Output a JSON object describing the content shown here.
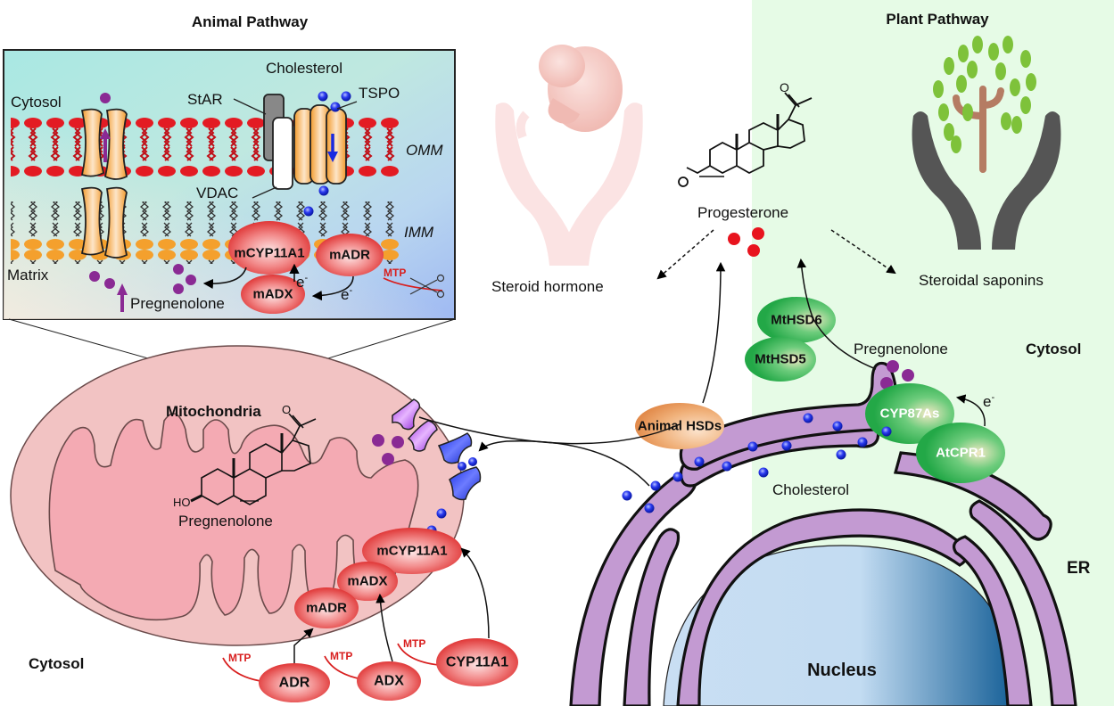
{
  "titles": {
    "animal": "Animal Pathway",
    "plant": "Plant Pathway"
  },
  "inset": {
    "cytosol": "Cytosol",
    "matrix": "Matrix",
    "cholesterol": "Cholesterol",
    "star": "StAR",
    "tspo": "TSPO",
    "vdac": "VDAC",
    "omm": "OMM",
    "imm": "IMM",
    "pregnenolone": "Pregnenolone",
    "mcyp11a1": "mCYP11A1",
    "madr": "mADR",
    "madx": "mADX",
    "electron": "e",
    "electron_sup": "-",
    "mtp": "MTP"
  },
  "center": {
    "progesterone": "Progesterone",
    "steroid_hormone": "Steroid hormone",
    "steroidal_saponins": "Steroidal saponins"
  },
  "mitochondria": {
    "label": "Mitochondria",
    "pregnenolone": "Pregnenolone",
    "hydroxyl": "HO",
    "oxygen": "O",
    "mcyp11a1": "mCYP11A1",
    "madx": "mADX",
    "madr": "mADR"
  },
  "cytosol_left": {
    "label": "Cytosol",
    "enzymes": [
      {
        "name": "ADR",
        "tag": "MTP"
      },
      {
        "name": "ADX",
        "tag": "MTP"
      },
      {
        "name": "CYP11A1",
        "tag": "MTP"
      }
    ]
  },
  "plant": {
    "cytosol": "Cytosol",
    "pregnenolone": "Pregnenolone",
    "mthsd6": "MtHSD6",
    "mthsd5": "MtHSD5",
    "cyp87as": "CYP87As",
    "atcpr1": "AtCPR1",
    "electron": "e",
    "electron_sup": "-"
  },
  "er": {
    "animal_hsds": "Animal HSDs",
    "cholesterol": "Cholesterol",
    "er_label": "ER",
    "nucleus": "Nucleus"
  },
  "colors": {
    "plant_bg": "#e6fbe6",
    "enzyme_red": "#e23a3a",
    "enzyme_green": "#2fb552",
    "er_purple": "#c39ad2",
    "cholesterol_blue": "#1f2fe0",
    "pregnenolone_purple": "#8a2a94",
    "progesterone_red": "#e8141e",
    "mito_pink": "#f2b3b8",
    "nucleus_blue": "#3f86bd",
    "hsd_orange": "#e79a5c",
    "mtp_red": "#d81e1e"
  }
}
